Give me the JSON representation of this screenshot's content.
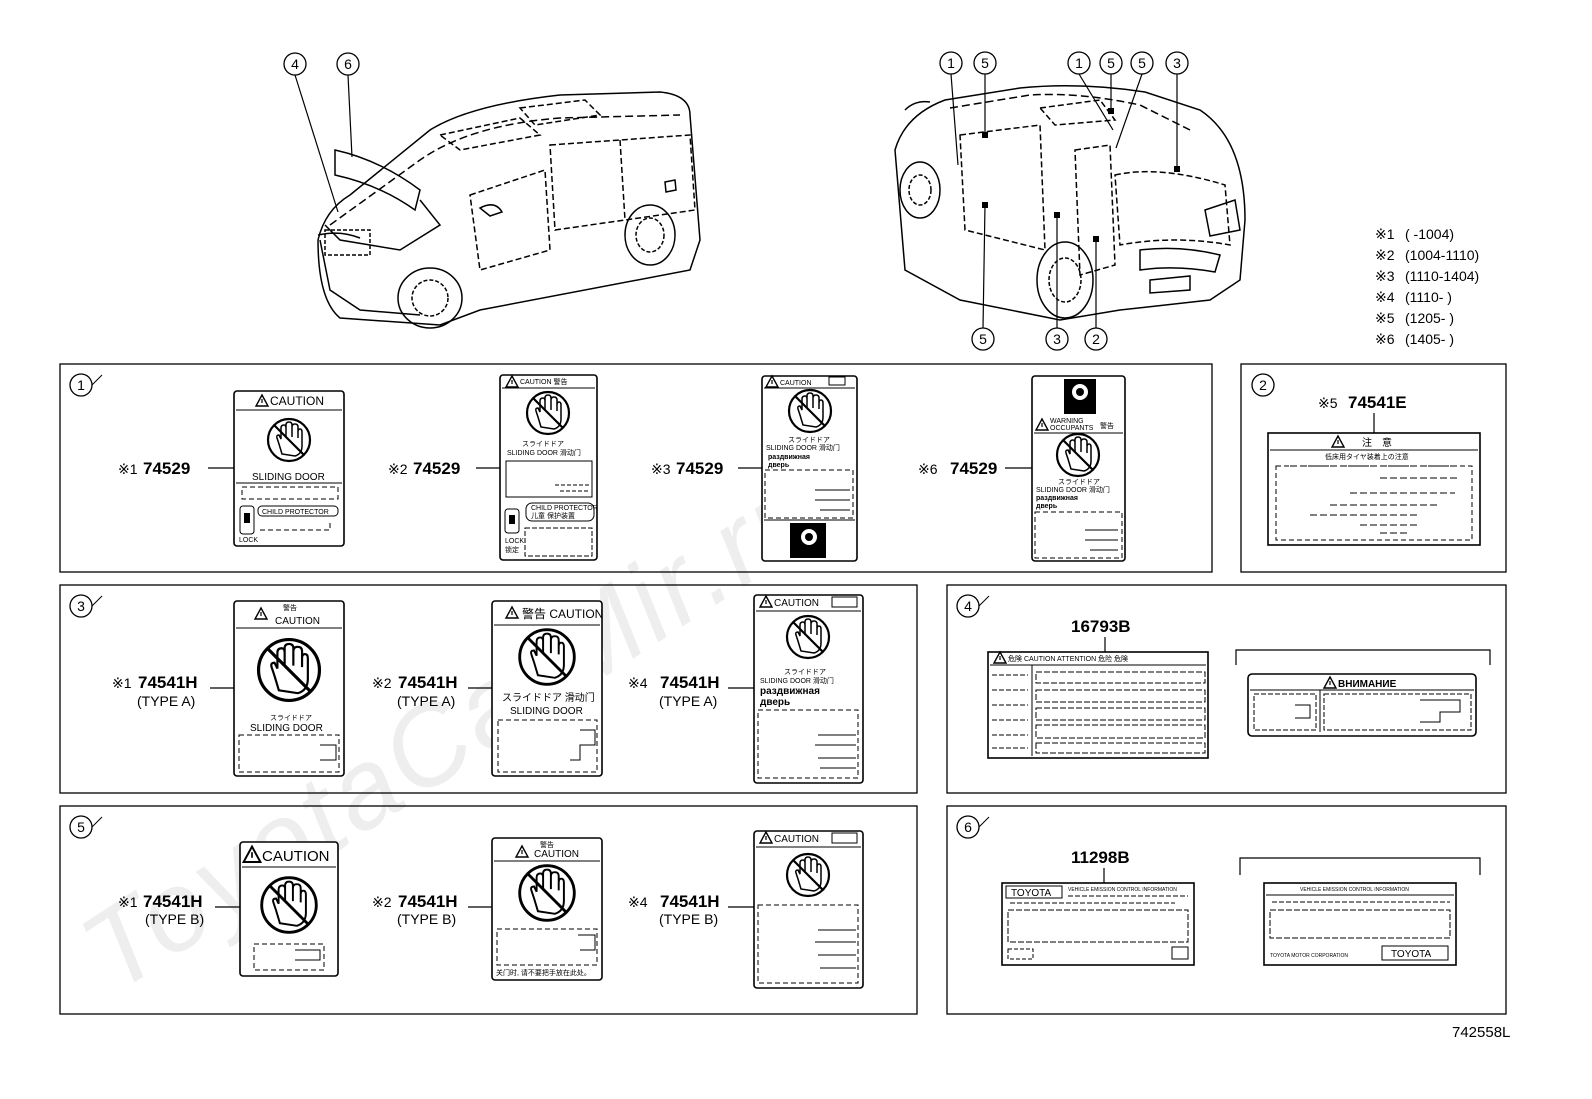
{
  "watermark": "ToyotaCarMir.ru",
  "diagram_id": "742558L",
  "legend": [
    {
      "mark": "※1",
      "range": "(        -1004)"
    },
    {
      "mark": "※2",
      "range": "(1004-1110)"
    },
    {
      "mark": "※3",
      "range": "(1110-1404)"
    },
    {
      "mark": "※4",
      "range": "(1110-        )"
    },
    {
      "mark": "※5",
      "range": "(1205-        )"
    },
    {
      "mark": "※6",
      "range": "(1405-        )"
    }
  ],
  "callouts_left": [
    "4",
    "6"
  ],
  "callouts_right_top": [
    "1",
    "5",
    "1",
    "5",
    "5",
    "3"
  ],
  "callouts_right_bottom": [
    "5",
    "3",
    "2"
  ],
  "sections": [
    {
      "num": "1",
      "parts": [
        {
          "mark": "※1",
          "part": "74529",
          "sub": "",
          "lines": [
            "CAUTION",
            "SLIDING DOOR",
            "CHILD PROTECTOR",
            "LOCK"
          ]
        },
        {
          "mark": "※2",
          "part": "74529",
          "sub": "",
          "lines": [
            "CAUTION 警告",
            "スライドドア",
            "SLIDING DOOR 滑动门",
            "CHILD PROTECTOR",
            "儿童 保护装置",
            "LOCK",
            "锁定"
          ]
        },
        {
          "mark": "※3",
          "part": "74529",
          "sub": "",
          "lines": [
            "CAUTION",
            "スライドドア",
            "SLIDING DOOR 滑动门",
            "раздвижная",
            "дверь"
          ]
        },
        {
          "mark": "※6",
          "part": "74529",
          "sub": "",
          "lines": [
            "WARNING",
            "OCCUPANTS",
            "警告",
            "スライドドア",
            "SLIDING DOOR 滑动门",
            "раздвижная",
            "дверь"
          ]
        }
      ]
    },
    {
      "num": "2",
      "parts": [
        {
          "mark": "※5",
          "part": "74541E",
          "sub": "",
          "lines": [
            "注　意",
            "低床用タイヤ装着上の注意"
          ]
        }
      ]
    },
    {
      "num": "3",
      "parts": [
        {
          "mark": "※1",
          "part": "74541H",
          "sub": "(TYPE A)",
          "lines": [
            "警告",
            "CAUTION",
            "スライドドア",
            "SLIDING DOOR"
          ]
        },
        {
          "mark": "※2",
          "part": "74541H",
          "sub": "(TYPE A)",
          "lines": [
            "警告 CAUTION",
            "スライドドア 滑动门",
            "SLIDING DOOR"
          ]
        },
        {
          "mark": "※4",
          "part": "74541H",
          "sub": "(TYPE A)",
          "lines": [
            "CAUTION",
            "スライドドア",
            "SLIDING DOOR 滑动门",
            "раздвижная",
            "дверь"
          ]
        }
      ]
    },
    {
      "num": "4",
      "parts": [
        {
          "mark": "",
          "part": "16793B",
          "sub": "",
          "lines": [
            "危険 CAUTION ATTENTION 危险 危険",
            "ВНИМАНИЕ"
          ]
        }
      ]
    },
    {
      "num": "5",
      "parts": [
        {
          "mark": "※1",
          "part": "74541H",
          "sub": "(TYPE B)",
          "lines": [
            "CAUTION"
          ]
        },
        {
          "mark": "※2",
          "part": "74541H",
          "sub": "(TYPE B)",
          "lines": [
            "警告",
            "CAUTION",
            "关门时, 请不要把手放在此处。"
          ]
        },
        {
          "mark": "※4",
          "part": "74541H",
          "sub": "(TYPE B)",
          "lines": [
            "CAUTION"
          ]
        }
      ]
    },
    {
      "num": "6",
      "parts": [
        {
          "mark": "",
          "part": "11298B",
          "sub": "",
          "lines": [
            "TOYOTA",
            "VEHICLE EMISSION CONTROL INFORMATION",
            "TOYOTA MOTOR CORPORATION",
            "TOYOTA"
          ]
        }
      ]
    }
  ]
}
